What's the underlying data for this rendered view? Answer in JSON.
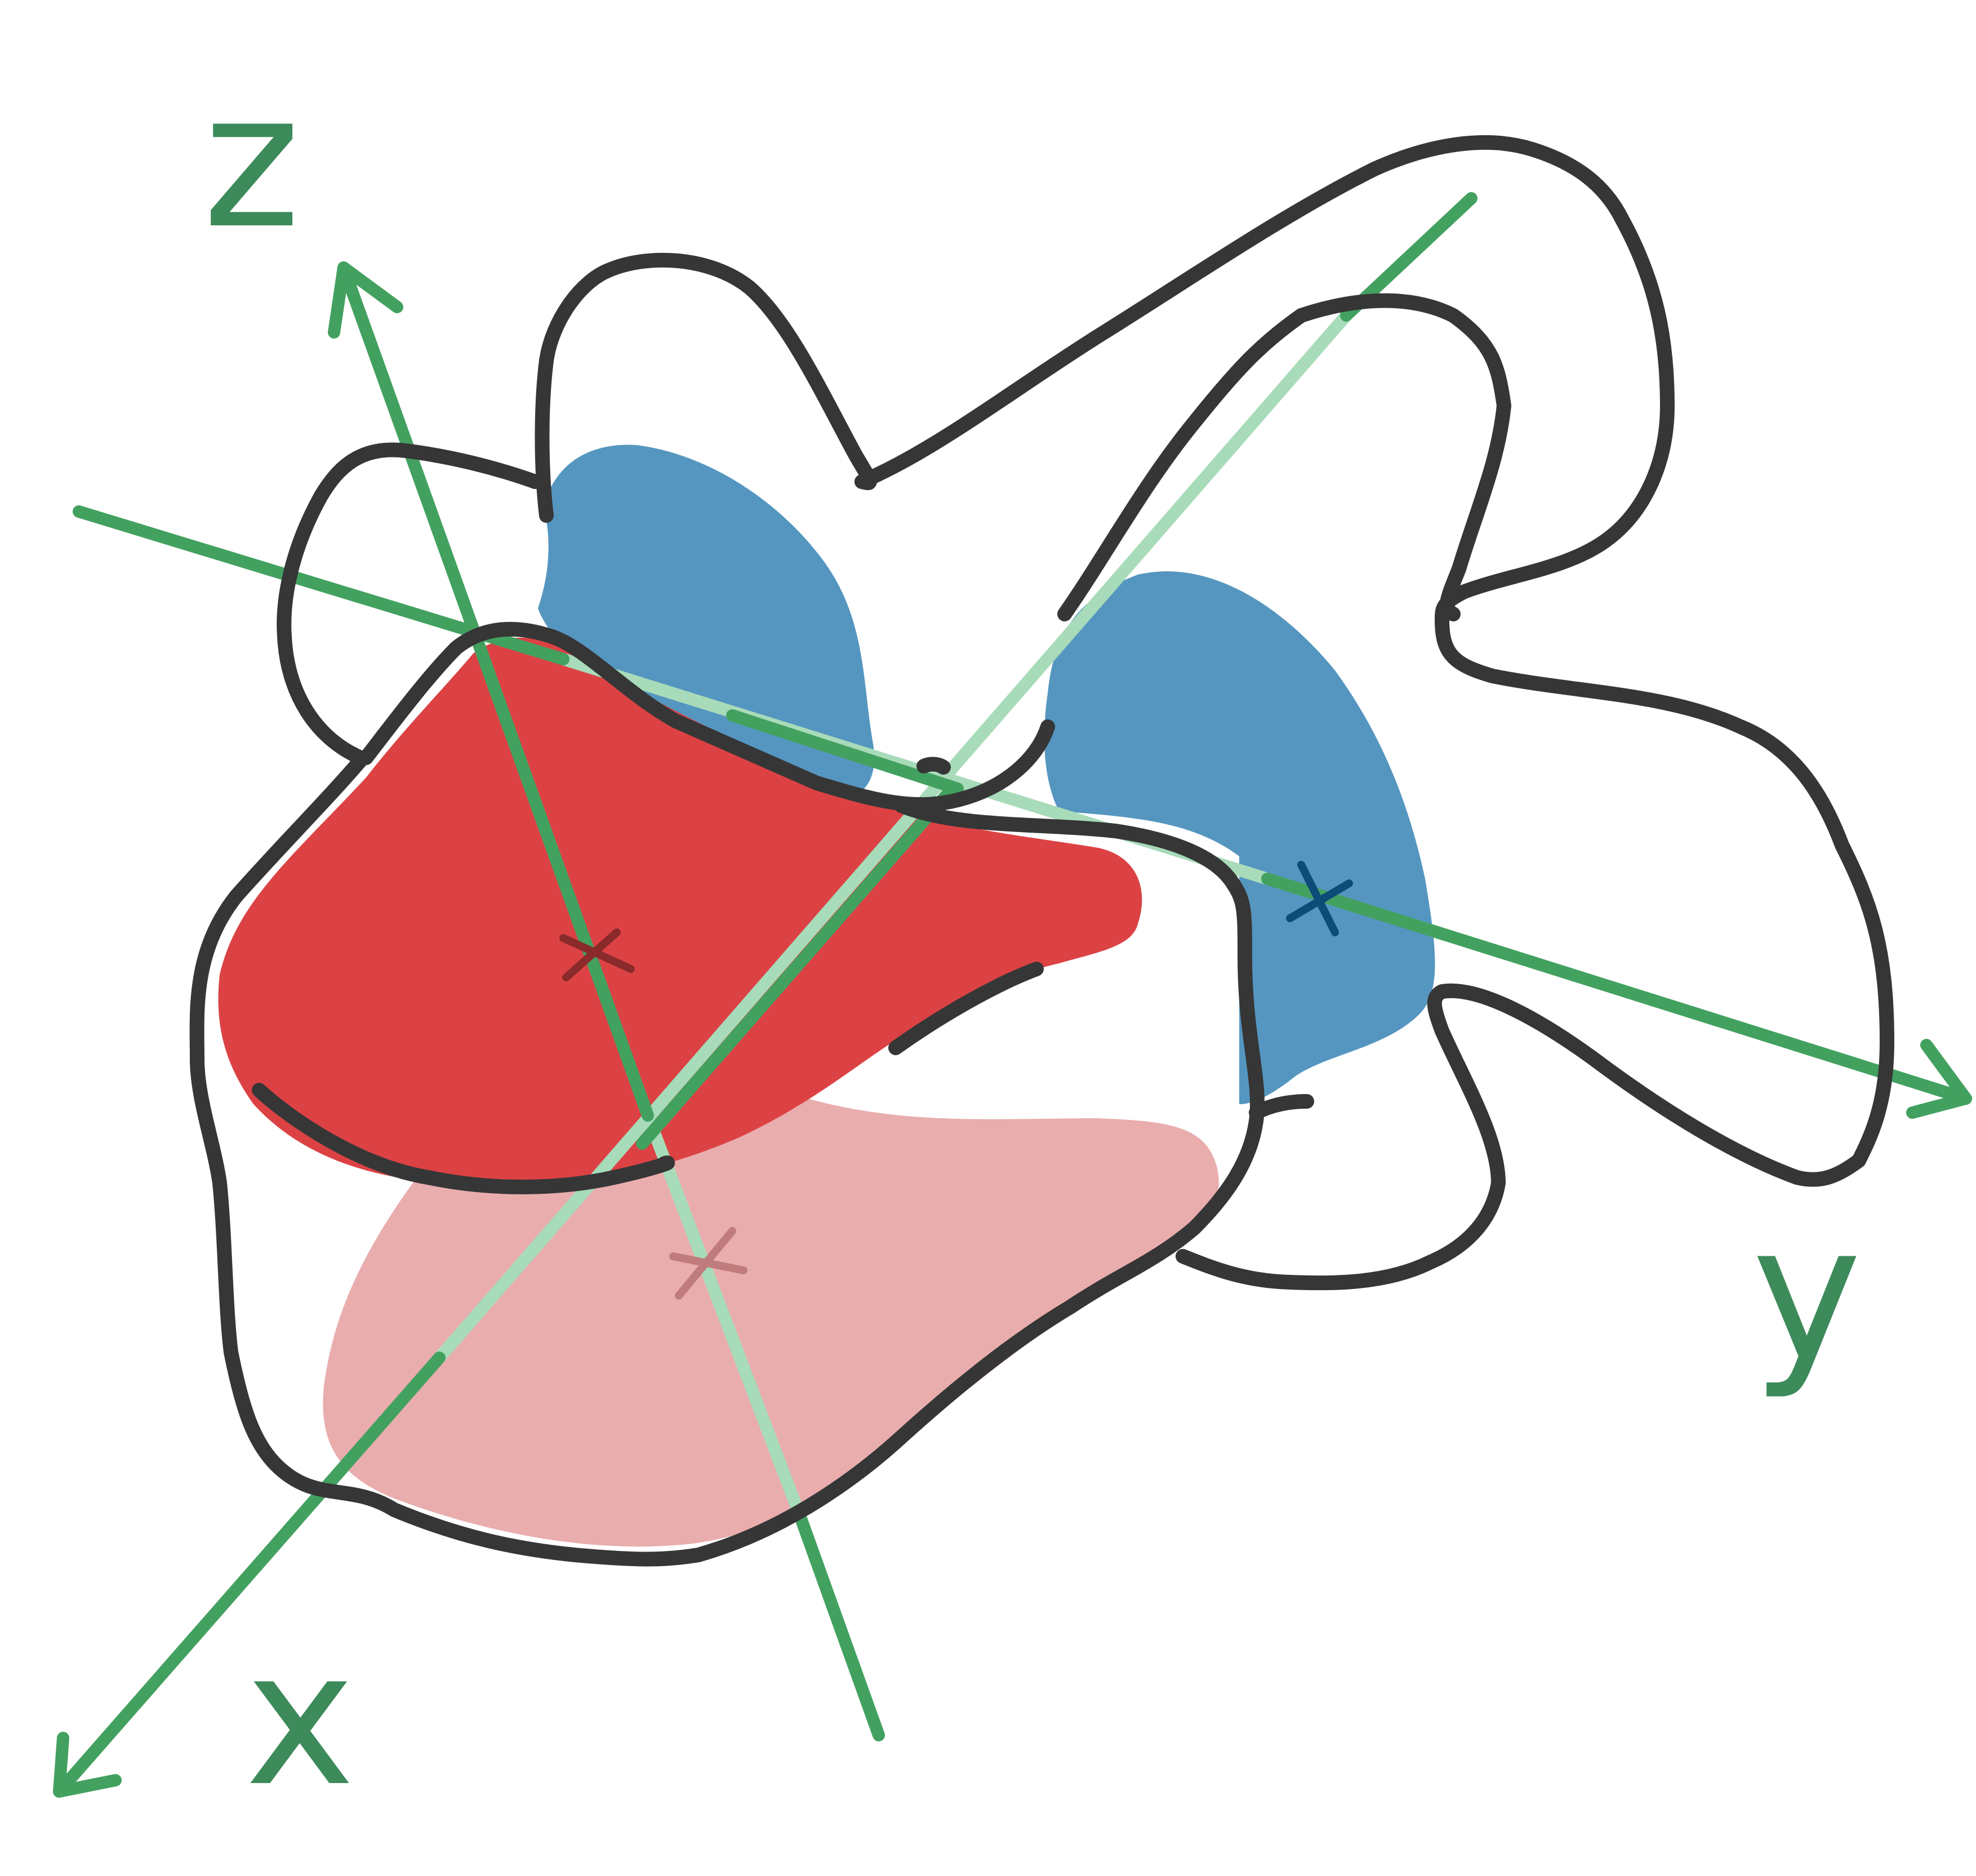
{
  "axes": {
    "x": {
      "label": "x"
    },
    "y": {
      "label": "y"
    },
    "z": {
      "label": "z"
    }
  },
  "colors": {
    "background": "#ffffff",
    "axis": "#43a160",
    "axis_label": "#3d8a5a",
    "axis_behind": "#a8dbb9",
    "outline": "#363636",
    "region_red": "#dc4244",
    "region_red_light": "#e9adae",
    "region_blue": "#5596c0",
    "marker_red": "#8a2a2a",
    "marker_blue": "#0d4b78"
  },
  "icons": {
    "red_marker": "cross-marker-icon",
    "faded_marker": "cross-marker-icon",
    "blue_marker": "cross-marker-icon",
    "axis_arrowheads": "arrowhead-icon"
  }
}
